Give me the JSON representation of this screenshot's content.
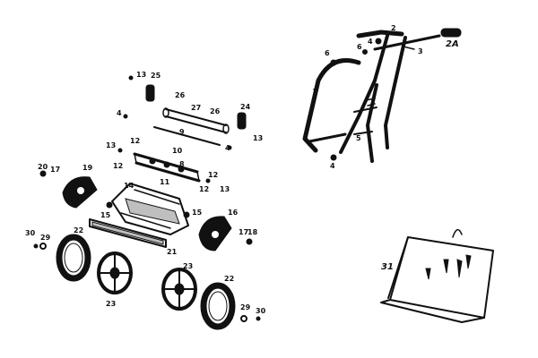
{
  "diagram": {
    "labels": {
      "p2": "2",
      "p2a": "2A",
      "p3": "3",
      "p4a": "4",
      "p4b": "4",
      "p4c": "4",
      "p4d": "4",
      "p5": "5",
      "p6a": "6",
      "p6b": "6",
      "p7": "7",
      "p8": "8",
      "p9": "9",
      "p10": "10",
      "p11": "11",
      "p12a": "12",
      "p12b": "12",
      "p12c": "12",
      "p12d": "12",
      "p13a": "13",
      "p13b": "13",
      "p13c": "13",
      "p13d": "13",
      "p14": "14",
      "p15a": "15",
      "p15b": "15",
      "p16": "16",
      "p17a": "17",
      "p17b": "17",
      "p18": "18",
      "p19": "19",
      "p20": "20",
      "p21": "21",
      "p22a": "22",
      "p22b": "22",
      "p23a": "23",
      "p23b": "23",
      "p24": "24",
      "p25": "25",
      "p26a": "26",
      "p26b": "26",
      "p27": "27",
      "p29a": "29",
      "p29b": "29",
      "p30a": "30",
      "p30b": "30",
      "p31": "31"
    },
    "colors": {
      "ink": "#111111",
      "paper": "#ffffff",
      "shade": "#bfbfbf"
    }
  }
}
